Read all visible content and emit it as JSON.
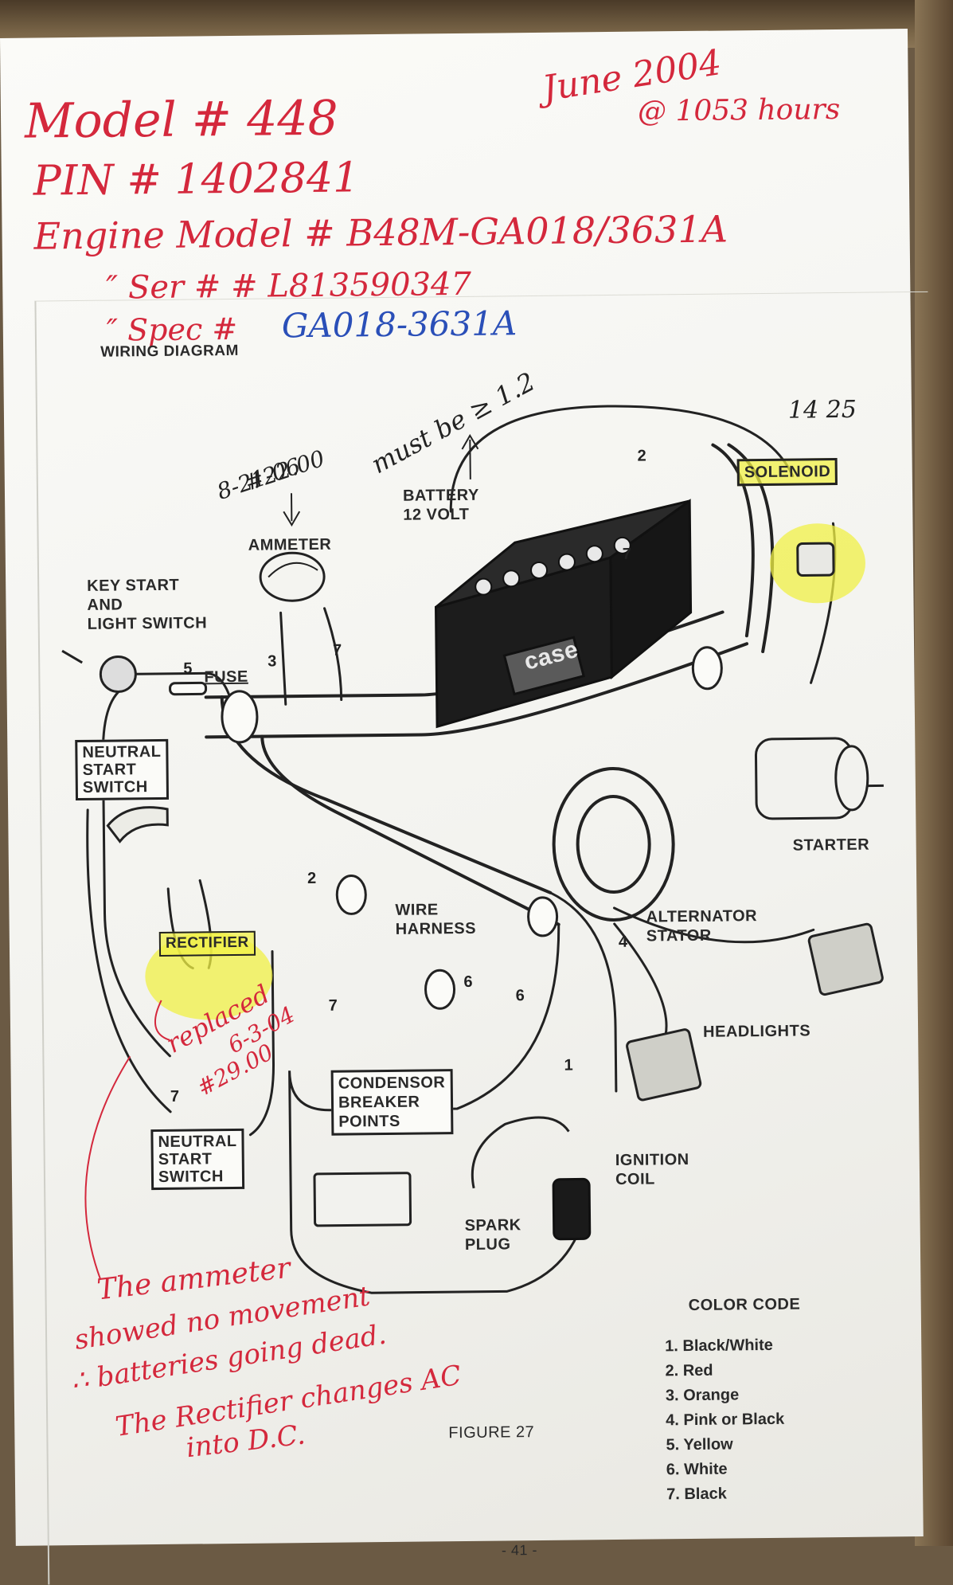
{
  "handwritten": {
    "model": "Model # 448",
    "pin": "PIN # 1402841",
    "engine_model": "Engine Model # B48M-GA018/3631A",
    "ser": "″ Ser # # L813590347",
    "spec_prefix": "″ Spec #",
    "spec_value": "GA018-3631A",
    "date": "June 2004",
    "hours": "@ 1053 hours",
    "ammeter_note_date": "8-21-06",
    "ammeter_note_price": "#22.00",
    "battery_note": "must be ≥ 1.2",
    "solenoid_note": "14 25",
    "rectifier_note_1": "replaced",
    "rectifier_note_2": "6-3-04",
    "rectifier_note_3": "#29.00",
    "explanation_1": "The ammeter",
    "explanation_2": "showed no movement",
    "explanation_3": "∴ batteries going dead.",
    "explanation_4": "The Rectifier changes AC",
    "explanation_5": "into D.C."
  },
  "diagram": {
    "title": "WIRING DIAGRAM",
    "figure": "FIGURE 27",
    "page_number": "- 41 -",
    "labels": {
      "battery_1": "BATTERY",
      "battery_2": "12 VOLT",
      "battery_brand": "case",
      "solenoid": "SOLENOID",
      "ammeter": "AMMETER",
      "key_1": "KEY START",
      "key_2": "AND",
      "key_3": "LIGHT SWITCH",
      "fuse": "FUSE",
      "neutral_top_1": "NEUTRAL",
      "neutral_top_2": "START",
      "neutral_top_3": "SWITCH",
      "starter": "STARTER",
      "wire_harness_1": "WIRE",
      "wire_harness_2": "HARNESS",
      "alternator_1": "ALTERNATOR",
      "alternator_2": "STATOR",
      "rectifier": "RECTIFIER",
      "headlights": "HEADLIGHTS",
      "condensor_1": "CONDENSOR",
      "condensor_2": "BREAKER",
      "condensor_3": "POINTS",
      "neutral_bottom_1": "NEUTRAL",
      "neutral_bottom_2": "START",
      "neutral_bottom_3": "SWITCH",
      "ignition_1": "IGNITION",
      "ignition_2": "COIL",
      "spark_1": "SPARK",
      "spark_2": "PLUG"
    },
    "wire_numbers": [
      "2",
      "7",
      "3",
      "7",
      "5",
      "2",
      "4",
      "6",
      "6",
      "7",
      "7",
      "1"
    ]
  },
  "color_code": {
    "title": "COLOR CODE",
    "items": [
      "1. Black/White",
      "2. Red",
      "3. Orange",
      "4. Pink or Black",
      "5. Yellow",
      "6. White",
      "7. Black"
    ]
  },
  "colors": {
    "red_ink": "#d4283c",
    "blue_ink": "#2a4fb8",
    "highlighter": "#f0f046",
    "print": "#222222"
  }
}
